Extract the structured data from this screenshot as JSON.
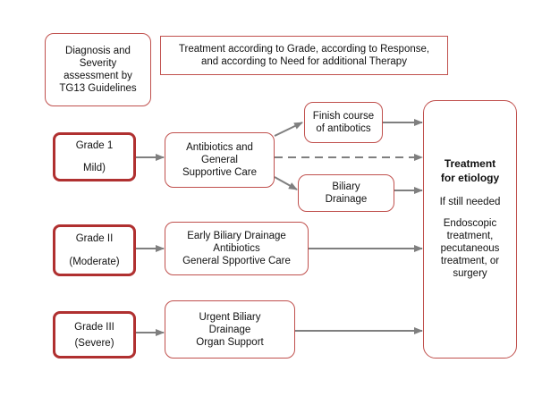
{
  "diagnosis_box": [
    "Diagnosis and",
    "Severity",
    "assessment by",
    "TG13 Guidelines"
  ],
  "header_box": [
    "Treatment according to Grade, according to Response,",
    "and according to Need for additional Therapy"
  ],
  "grade1": [
    "Grade 1",
    "Mild)"
  ],
  "grade2": [
    "Grade II",
    "(Moderate)"
  ],
  "grade3": [
    "Grade III",
    "(Severe)"
  ],
  "g1_treatment": [
    "Antibiotics and",
    "General",
    "Supportive Care"
  ],
  "finish_course": [
    "Finish course",
    "of antibotics"
  ],
  "biliary_drainage": [
    "Biliary",
    "Drainage"
  ],
  "g2_treatment": [
    "Early Biliary Drainage",
    "Antibiotics",
    "General Spportive Care"
  ],
  "g3_treatment": [
    "Urgent Biliary",
    "Drainage",
    "Organ Support"
  ],
  "etiology": {
    "title": [
      "Treatment",
      "for etiology"
    ],
    "if_needed": "If still needed",
    "options": [
      "Endoscopic",
      "treatment,",
      "pecutaneous",
      "treatment, or",
      "surgery"
    ]
  },
  "colors": {
    "border": "#c0504d",
    "thick_border": "#b03030",
    "arrow": "#7f7f7f"
  }
}
